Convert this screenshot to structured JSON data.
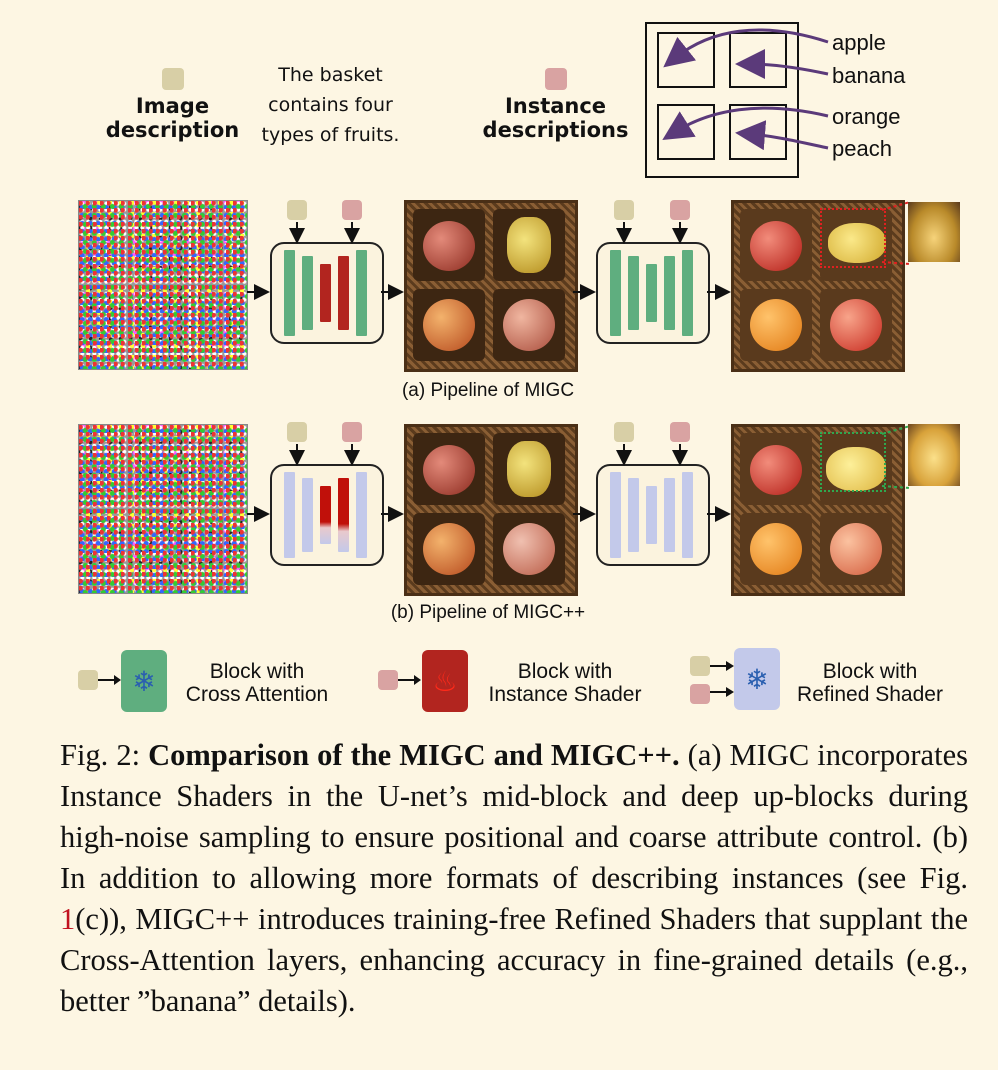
{
  "header": {
    "image_description_label": "Image\ndescription",
    "image_description_text": "The basket\ncontains four\ntypes of fruits.",
    "instance_descriptions_label": "Instance\ndescriptions",
    "fruits": [
      "apple",
      "banana",
      "orange",
      "peach"
    ]
  },
  "pipelines": {
    "a_caption": "(a) Pipeline of MIGC",
    "b_caption": "(b) Pipeline of MIGC++"
  },
  "legend": {
    "cross_attention": "Block with\nCross Attention",
    "instance_shader": "Block with\nInstance Shader",
    "refined_shader": "Block with\nRefined Shader"
  },
  "caption": {
    "prefix": "Fig. 2: ",
    "title": "Comparison of the MIGC and MIGC++.",
    "part1": " (a) MIGC incorporates Instance Shaders in the U-net’s mid-block and deep up-blocks during high-noise sampling to ensure positional and coarse attribute control. (b) In addition to allowing more formats of describing instances (see Fig. ",
    "ref": "1",
    "part2": "(c)), MIGC++ introduces training-free Refined Shaders that supplant the Cross-Attention layers, enhancing accuracy in fine-grained details (e.g., better ”banana” details)."
  },
  "colors": {
    "background": "#fdf6e3",
    "cross_attention_green": "#5fae7f",
    "instance_shader_red": "#b2251f",
    "refined_shader_blue": "#c3c9ea",
    "image_chip": "#d8cfa6",
    "instance_chip": "#d9a3a2",
    "arrow_purple": "#5b3a7a",
    "zoom_red": "#e02020",
    "zoom_green": "#2fa84f",
    "ref_red": "#c1121f"
  },
  "icons": {
    "cross_attention": "snowflake-icon",
    "instance_shader": "flame-icon",
    "refined_shader": "snowflake-icon"
  }
}
